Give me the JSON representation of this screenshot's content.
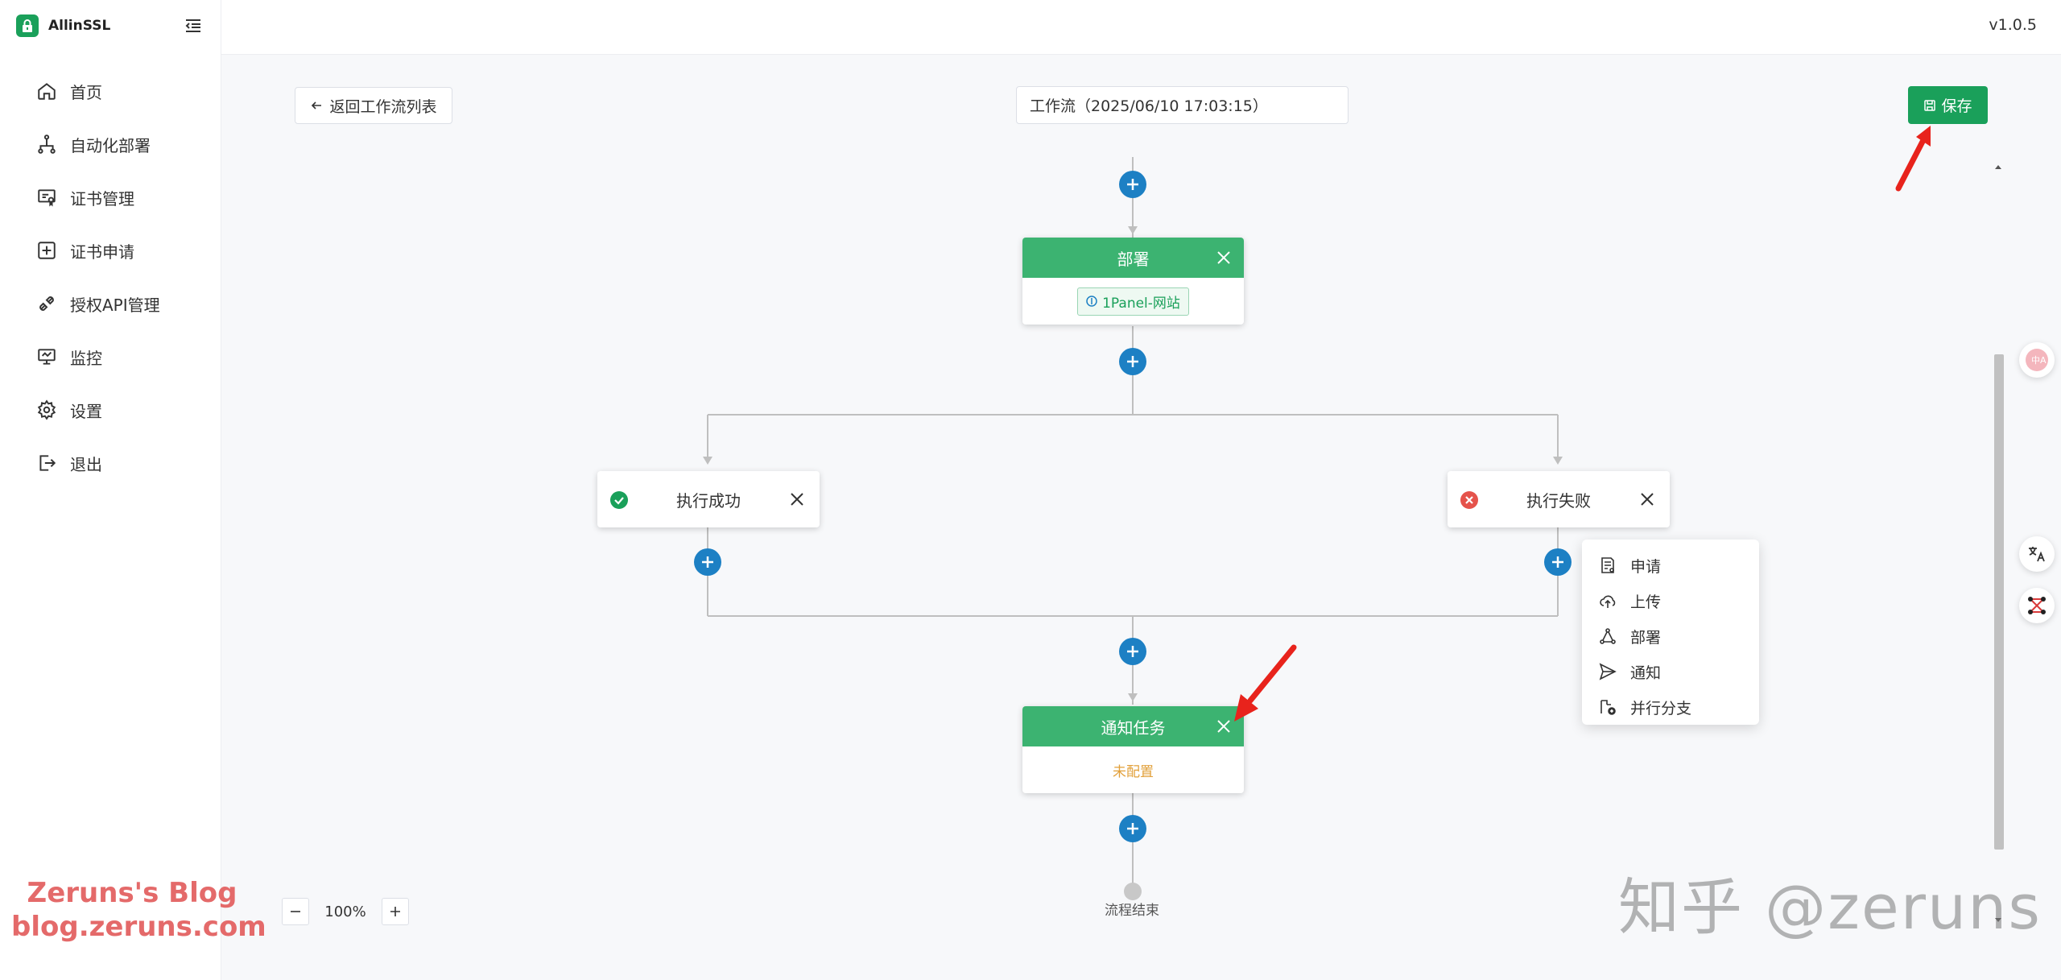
{
  "app": {
    "name": "AllinSSL",
    "version": "v1.0.5"
  },
  "sidebar": {
    "items": [
      {
        "label": "首页",
        "icon": "home-icon"
      },
      {
        "label": "自动化部署",
        "icon": "flow-icon"
      },
      {
        "label": "证书管理",
        "icon": "certificate-icon"
      },
      {
        "label": "证书申请",
        "icon": "plus-square-icon"
      },
      {
        "label": "授权API管理",
        "icon": "api-link-icon"
      },
      {
        "label": "监控",
        "icon": "monitor-icon"
      },
      {
        "label": "设置",
        "icon": "gear-icon"
      },
      {
        "label": "退出",
        "icon": "logout-icon"
      }
    ]
  },
  "toolbar": {
    "back_label": "返回工作流列表",
    "workflow_title": "工作流（2025/06/10 17:03:15）",
    "save_label": "保存"
  },
  "flow": {
    "deploy_node": {
      "title": "部署",
      "tag": "1Panel-网站"
    },
    "success_branch": {
      "label": "执行成功"
    },
    "fail_branch": {
      "label": "执行失败"
    },
    "notify_node": {
      "title": "通知任务",
      "status": "未配置"
    },
    "end_label": "流程结束"
  },
  "add_menu": {
    "items": [
      {
        "label": "申请",
        "icon": "apply-doc-icon"
      },
      {
        "label": "上传",
        "icon": "upload-cloud-icon"
      },
      {
        "label": "部署",
        "icon": "deploy-icon"
      },
      {
        "label": "通知",
        "icon": "send-icon"
      },
      {
        "label": "并行分支",
        "icon": "branch-icon"
      }
    ]
  },
  "zoom": {
    "value": "100%"
  },
  "watermark": {
    "blog_line1": "Zeruns's Blog",
    "blog_line2": "blog.zeruns.com",
    "zhihu": "知乎 @zeruns"
  },
  "colors": {
    "primary": "#1aa05a",
    "node_head": "#3cb371",
    "plus": "#1d80c4",
    "unset": "#e2a03a",
    "danger": "#e5534b"
  }
}
